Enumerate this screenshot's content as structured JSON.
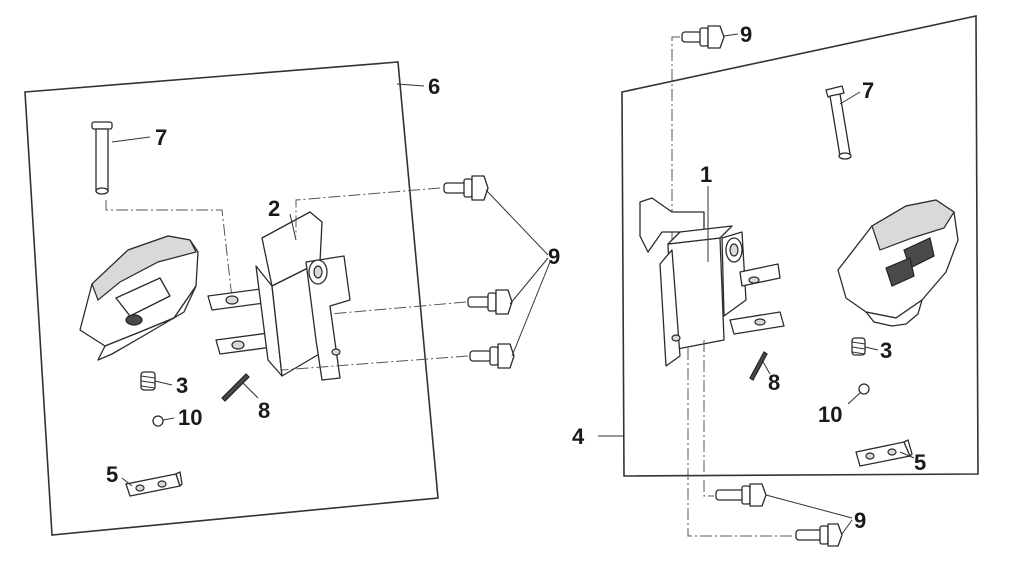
{
  "callouts": {
    "left_panel": {
      "panel_label": "6",
      "pin": "7",
      "bracket": "2",
      "bolts": "9",
      "spring": "3",
      "ball": "10",
      "spring_pin": "8",
      "plate": "5"
    },
    "right_panel": {
      "panel_label": "4",
      "top_bolt": "9",
      "pin": "7",
      "bracket": "1",
      "spring": "3",
      "spring_pin": "8",
      "ball": "10",
      "plate": "5",
      "bottom_bolts": "9"
    }
  }
}
